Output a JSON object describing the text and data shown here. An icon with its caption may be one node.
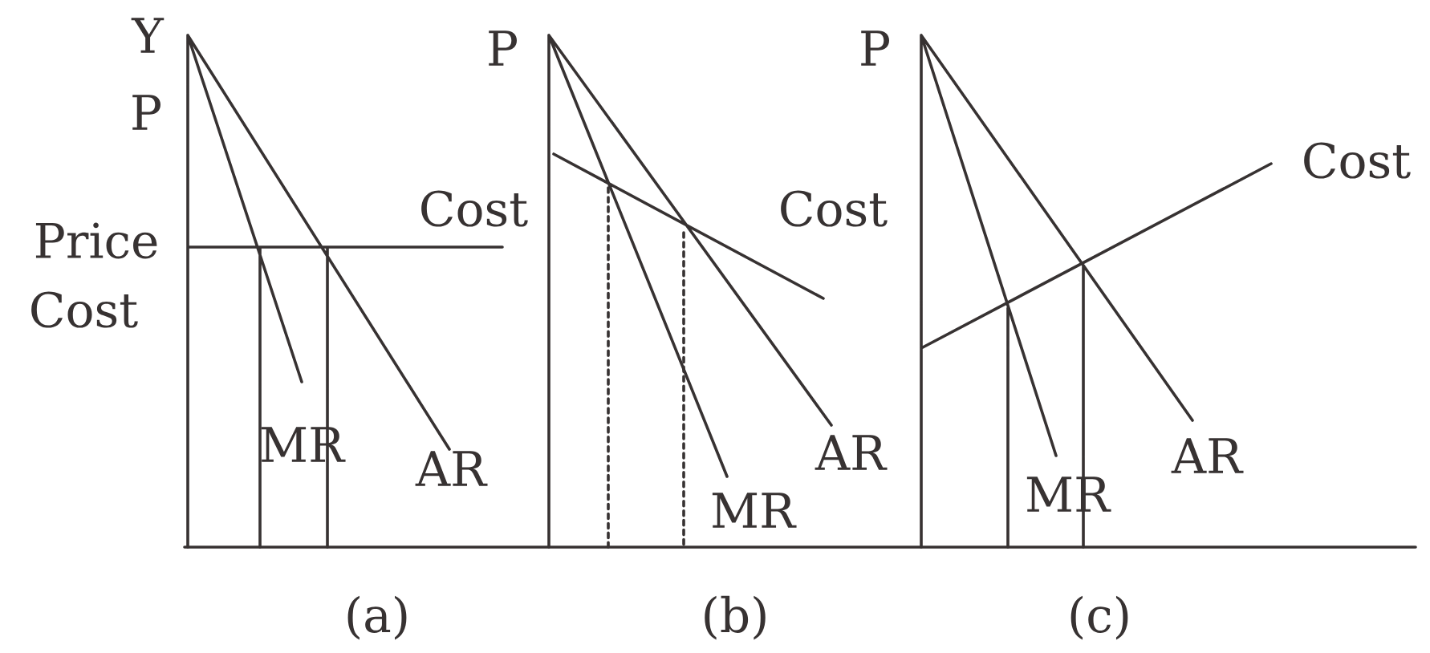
{
  "diagram": {
    "labels": [
      "Y",
      "P",
      "P",
      "P",
      "Cost",
      "Cost",
      "Cost",
      "Price",
      "Cost",
      "MR",
      "AR",
      "AR",
      "MR",
      "MR",
      "AR",
      "(a)",
      "(b)",
      "(c)"
    ]
  }
}
